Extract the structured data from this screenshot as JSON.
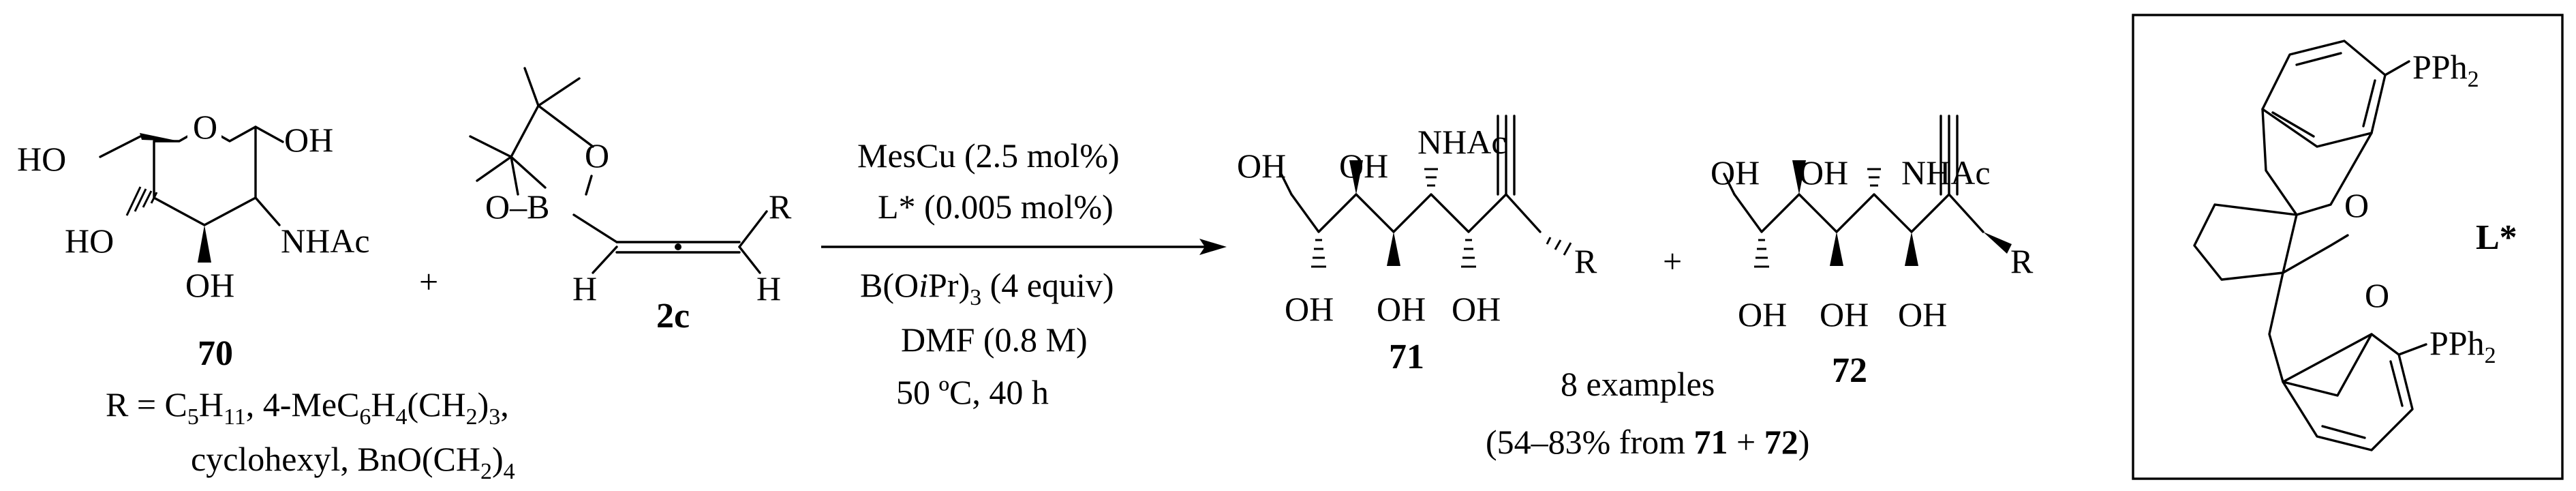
{
  "compounds": {
    "c70": {
      "id": "70",
      "oh_top": "OH",
      "ho_left": "HO",
      "ho_mid": "HO",
      "nhac": "NHAc",
      "oh_bottom": "OH",
      "ring_o": "O"
    },
    "c2c": {
      "id": "2c",
      "o_top": "O",
      "o_b": "O–B",
      "r": "R",
      "h_left": "H",
      "h_right": "H"
    },
    "c71": {
      "id": "71",
      "top_oh1": "OH",
      "top_oh2": "OH",
      "nhac": "NHAc",
      "bot_oh1": "OH",
      "bot_oh2": "OH",
      "bot_oh3": "OH",
      "r": "R"
    },
    "c72": {
      "id": "72",
      "top_oh1": "OH",
      "top_oh2": "OH",
      "nhac": "NHAc",
      "bot_oh1": "OH",
      "bot_oh2": "OH",
      "bot_oh3": "OH",
      "r": "R"
    },
    "ligand": {
      "id": "L*",
      "pph2_top": "PPh",
      "pph2_bottom": "PPh",
      "sub2": "2",
      "o_top": "O",
      "o_bottom": "O"
    }
  },
  "plus_1": "+",
  "plus_2": "+",
  "r_groups": {
    "line1_a": "R = C",
    "line1_sub1": "5",
    "line1_b": "H",
    "line1_sub2": "11",
    "line1_c": ", 4-MeC",
    "line1_sub3": "6",
    "line1_d": "H",
    "line1_sub4": "4",
    "line1_e": "(CH",
    "line1_sub5": "2",
    "line1_f": ")",
    "line1_sub6": "3",
    "line1_g": ",",
    "line2_a": "cyclohexyl, BnO(CH",
    "line2_sub": "2",
    "line2_b": ")",
    "line2_sub2": "4"
  },
  "conditions": {
    "above_1": "MesCu (2.5 mol%)",
    "above_2": "L* (0.005 mol%)",
    "below_1_a": "B(O",
    "below_1_i": "i",
    "below_1_b": "Pr)",
    "below_1_sub": "3",
    "below_1_c": " (4 equiv)",
    "below_2": "DMF (0.8 M)",
    "below_3": "50 ºC, 40 h"
  },
  "results": {
    "examples": "8 examples",
    "yield_a": "(54–83% from ",
    "yield_b": "71",
    "yield_c": " + ",
    "yield_d": "72",
    "yield_e": ")"
  }
}
